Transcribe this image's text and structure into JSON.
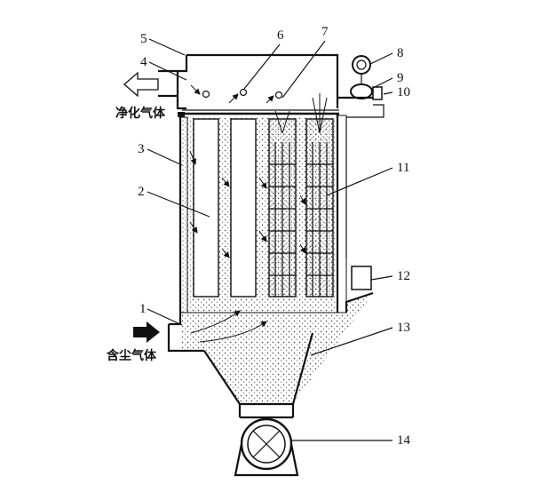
{
  "labels": {
    "clean_gas": "净化气体",
    "dusty_gas": "含尘气体"
  },
  "callouts": [
    "1",
    "2",
    "3",
    "4",
    "5",
    "6",
    "7",
    "8",
    "9",
    "10",
    "11",
    "12",
    "13",
    "14"
  ]
}
